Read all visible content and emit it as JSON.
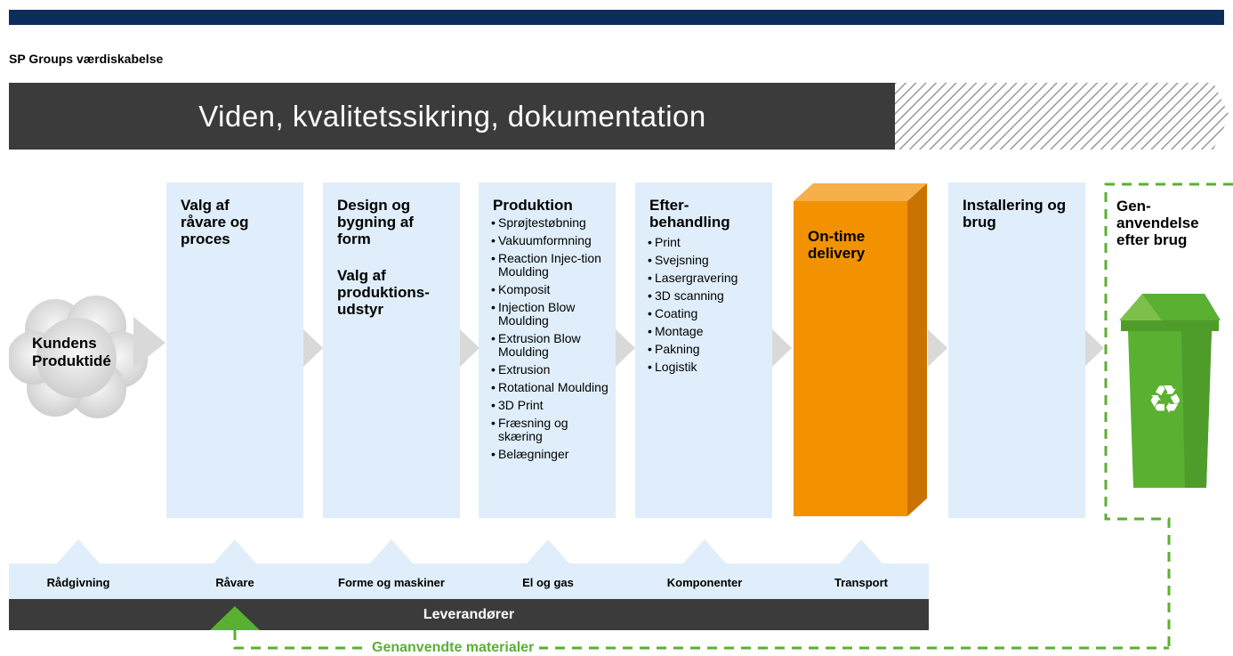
{
  "header": {
    "subtitle": "SP Groups værdiskabelse",
    "banner": "Viden, kvalitetssikring, dokumentation"
  },
  "start": {
    "label": "Kundens Produktidé"
  },
  "columns": [
    {
      "title": "Valg af råvare og proces",
      "bullets": []
    },
    {
      "title": "Design og bygning af form",
      "title2": "Valg af produktions-udstyr",
      "bullets": []
    },
    {
      "title": "Produktion",
      "bullets": [
        "Sprøjtestøbning",
        "Vakuumformning",
        "Reaction Injec-tion Moulding",
        "Komposit",
        "Injection Blow Moulding",
        "Extrusion Blow Moulding",
        "Extrusion",
        "Rotational Moulding",
        "3D Print",
        "Fræsning og skæring",
        "Belægninger"
      ]
    },
    {
      "title": "Efter-behandling",
      "bullets": [
        "Print",
        "Svejsning",
        "Lasergravering",
        "3D scanning",
        "Coating",
        "Montage",
        "Pakning",
        "Logistik"
      ]
    },
    {
      "title": "On-time delivery",
      "bullets": []
    },
    {
      "title": "Installering og brug",
      "bullets": []
    },
    {
      "title": "Gen-anvendelse efter brug",
      "bullets": []
    }
  ],
  "suppliers": {
    "items": [
      "Rådgivning",
      "Råvare",
      "Forme og maskiner",
      "El og gas",
      "Komponenter",
      "Transport"
    ],
    "bar_label": "Leverandører"
  },
  "recycle_loop": {
    "label": "Genanvendte materialer"
  },
  "colors": {
    "navy": "#0d2d5b",
    "dark": "#3b3b3b",
    "light_blue": "#dfeefa",
    "orange": "#f39200",
    "green": "#5ab031",
    "arrow_grey": "#d9d9d9"
  },
  "icons": [
    "recycle-icon",
    "trash-bin-icon",
    "cloud-icon"
  ]
}
